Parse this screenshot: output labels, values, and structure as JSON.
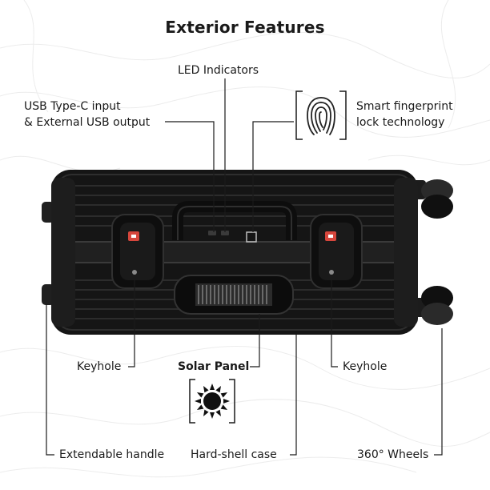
{
  "title": "Exterior Features",
  "labels": {
    "led": "LED Indicators",
    "usb_line1": "USB Type-C input",
    "usb_line2": "& External USB output",
    "fingerprint_line1": "Smart fingerprint",
    "fingerprint_line2": "lock technology",
    "keyhole_left": "Keyhole",
    "solar": "Solar Panel",
    "keyhole_right": "Keyhole",
    "handle": "Extendable handle",
    "shell": "Hard-shell case",
    "wheels": "360° Wheels"
  },
  "icons": {
    "fingerprint": "fingerprint-icon",
    "sun": "sun-icon"
  },
  "colors": {
    "body": "#141414",
    "accent_red": "#d6463c",
    "line": "#1a1a1a"
  }
}
